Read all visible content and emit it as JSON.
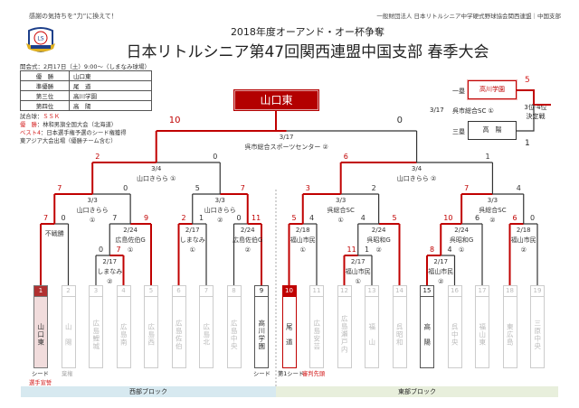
{
  "header": {
    "motto": "感謝の気持ちを”力”に換えて！",
    "org": "一般財団法人 日本リトルシニア中学硬式野球協会関西連盟｜中国支部",
    "subtitle": "2018年度オーアンド・オー杯争奪",
    "title": "日本リトルシニア第47回関西連盟中国支部 春季大会",
    "logo_text": "LSBA"
  },
  "opening": "開会式：2月17日（土）9:00～（しまなみ球場）",
  "results": [
    {
      "rank": "優　勝",
      "team": "山口東"
    },
    {
      "rank": "準優勝",
      "team": "尾　道"
    },
    {
      "rank": "第三位",
      "team": "高川学園"
    },
    {
      "rank": "第四位",
      "team": "高　陽"
    }
  ],
  "notes": {
    "ball_label": "試合球：",
    "ball": "ＳＳＫ",
    "win_label": "優　勝",
    "win_text": "：林和男旗全国大会（北海道）",
    "best4_label": "ベスト4",
    "best4_text": "：日本選手権予選のシード権獲得",
    "best4_text2": "東アジア大会出場（優勝チーム含む）"
  },
  "champion": "山口東",
  "third_place": {
    "first_base_label": "一塁",
    "third_base_label": "三塁",
    "team1": "高川学園",
    "team2": "高　陽",
    "score1": "5",
    "score2": "1",
    "date": "3/17",
    "venue": "呉市総合SC ①",
    "title1": "3位·4位",
    "title2": "決定戦"
  },
  "teams": [
    {
      "no": "1",
      "name": "山口東",
      "style": "champ"
    },
    {
      "no": "2",
      "name": "山　陽",
      "style": ""
    },
    {
      "no": "3",
      "name": "広島鯉城",
      "style": ""
    },
    {
      "no": "4",
      "name": "広島南",
      "style": ""
    },
    {
      "no": "5",
      "name": "広島西",
      "style": ""
    },
    {
      "no": "6",
      "name": "広島佐伯",
      "style": ""
    },
    {
      "no": "7",
      "name": "広島北",
      "style": ""
    },
    {
      "no": "8",
      "name": "広島中央",
      "style": ""
    },
    {
      "no": "9",
      "name": "高川学園",
      "style": "strong"
    },
    {
      "no": "10",
      "name": "尾　道",
      "style": "runner"
    },
    {
      "no": "11",
      "name": "広島安芸",
      "style": ""
    },
    {
      "no": "12",
      "name": "広島瀬戸内",
      "style": ""
    },
    {
      "no": "13",
      "name": "福　山",
      "style": ""
    },
    {
      "no": "14",
      "name": "呉昭和",
      "style": ""
    },
    {
      "no": "15",
      "name": "高　陽",
      "style": "strong"
    },
    {
      "no": "16",
      "name": "呉中央",
      "style": ""
    },
    {
      "no": "17",
      "name": "福山東",
      "style": ""
    },
    {
      "no": "18",
      "name": "東広島",
      "style": ""
    },
    {
      "no": "19",
      "name": "三原中央",
      "style": ""
    }
  ],
  "team_notes": {
    "seed1": "シード",
    "forfeit2": "棄権",
    "oath1": "選手宣誓",
    "seed9": "シード",
    "seed10": "第1シード",
    "umpire10": "審判先頭"
  },
  "matches": [
    {
      "id": "w1",
      "left": "t1",
      "right": "t2",
      "label": [
        "不戦勝"
      ],
      "scores": [
        "7",
        "0"
      ],
      "winner": 0
    },
    {
      "id": "w2",
      "left": "t3",
      "right": "t4",
      "label": [
        "2/17",
        "しまなみ",
        "②"
      ],
      "scores": [
        "0",
        "7"
      ],
      "winner": 1
    },
    {
      "id": "w3",
      "left": "w2",
      "right": "t5",
      "label": [
        "2/24",
        "広島佐伯G",
        "①"
      ],
      "scores": [
        "7",
        "9"
      ],
      "winner": 1
    },
    {
      "id": "w4",
      "left": "t6",
      "right": "t7",
      "label": [
        "2/17",
        "しまなみ",
        "①"
      ],
      "scores": [
        "2",
        "1"
      ],
      "winner": 0
    },
    {
      "id": "w5",
      "left": "t8",
      "right": "t9",
      "label": [
        "2/24",
        "広島佐伯G",
        "②"
      ],
      "scores": [
        "0",
        "11"
      ],
      "winner": 1
    },
    {
      "id": "w6",
      "left": "w1",
      "right": "w3",
      "label": [
        "3/3",
        "山口きらら",
        "①"
      ],
      "scores": [
        "7",
        "0"
      ],
      "winner": 0
    },
    {
      "id": "w7",
      "left": "w4",
      "right": "w5",
      "label": [
        "3/3",
        "山口きらら",
        "②"
      ],
      "scores": [
        "5",
        "7"
      ],
      "winner": 1
    },
    {
      "id": "w8",
      "left": "w6",
      "right": "w7",
      "label": [
        "3/4",
        "山口きらら ①"
      ],
      "scores": [
        "2",
        "0"
      ],
      "winner": 0
    },
    {
      "id": "e1",
      "left": "t10",
      "right": "t11",
      "label": [
        "2/18",
        "福山市民",
        "①"
      ],
      "scores": [
        "5",
        "4"
      ],
      "winner": 0
    },
    {
      "id": "e2",
      "left": "t12",
      "right": "t13",
      "label": [
        "2/17",
        "福山市民",
        "①"
      ],
      "scores": [
        "11",
        "1"
      ],
      "winner": 0
    },
    {
      "id": "e3",
      "left": "e2",
      "right": "t14",
      "label": [
        "2/24",
        "呉昭和G",
        "②"
      ],
      "scores": [
        "4",
        "5"
      ],
      "winner": 1
    },
    {
      "id": "e4",
      "left": "t15",
      "right": "t16",
      "label": [
        "2/17",
        "福山市民",
        "②"
      ],
      "scores": [
        "8",
        "4"
      ],
      "winner": 0
    },
    {
      "id": "e5",
      "left": "e4",
      "right": "t17",
      "label": [
        "2/24",
        "呉昭和G",
        "①"
      ],
      "scores": [
        "10",
        "6"
      ],
      "winner": 0
    },
    {
      "id": "e6",
      "left": "t18",
      "right": "t19",
      "label": [
        "2/18",
        "福山市民",
        "②"
      ],
      "scores": [
        "6",
        "0"
      ],
      "winner": 0
    },
    {
      "id": "e7",
      "left": "e1",
      "right": "e3",
      "label": [
        "3/3",
        "呉総合SC",
        "①"
      ],
      "scores": [
        "3",
        "2"
      ],
      "winner": 0
    },
    {
      "id": "e8",
      "left": "e5",
      "right": "e6",
      "label": [
        "3/3",
        "呉総合SC",
        "②"
      ],
      "scores": [
        "7",
        "4"
      ],
      "winner": 0
    },
    {
      "id": "e9",
      "left": "e7",
      "right": "e8",
      "label": [
        "3/4",
        "山口きらら ②"
      ],
      "scores": [
        "6",
        "1"
      ],
      "winner": 0
    },
    {
      "id": "f",
      "left": "w8",
      "right": "e9",
      "label": [
        "3/17",
        "呉市総合スポーツセンター ②"
      ],
      "scores": [
        "10",
        "0"
      ],
      "winner": 0
    }
  ],
  "blocks": {
    "west": "西部ブロック",
    "east": "東部ブロック"
  },
  "colors": {
    "win": "#c00000",
    "lose": "#333333",
    "champ_bg": "#b30000"
  }
}
